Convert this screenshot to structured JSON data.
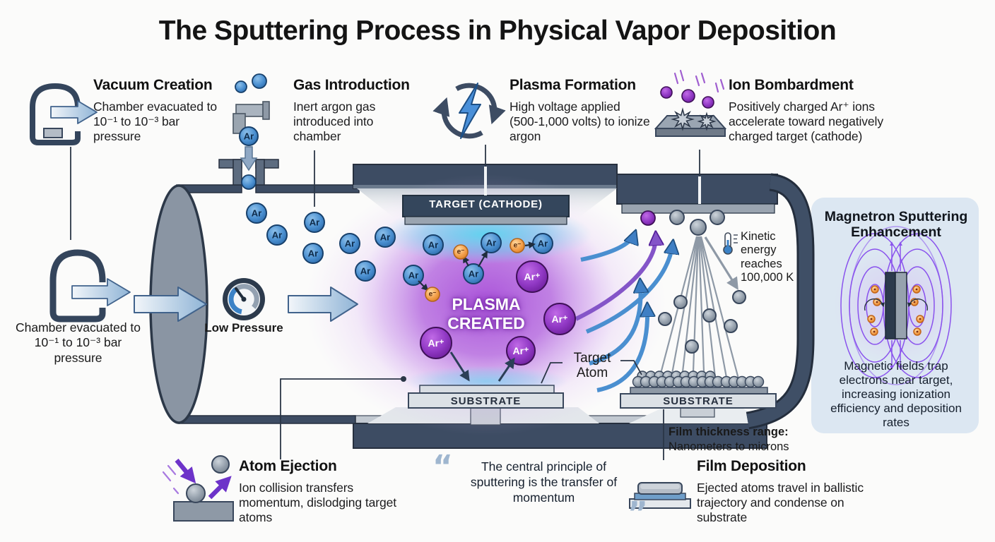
{
  "title": "The Sputtering Process in Physical Vapor Deposition",
  "steps": {
    "vacuum": {
      "heading": "Vacuum Creation",
      "body": "Chamber evacuated to 10⁻¹ to 10⁻³ bar pressure"
    },
    "gas": {
      "heading": "Gas Introduction",
      "body": "Inert argon gas introduced into chamber"
    },
    "plasma": {
      "heading": "Plasma Formation",
      "body": "High voltage applied (500-1,000 volts) to ionize argon"
    },
    "ion": {
      "heading": "Ion Bombardment",
      "body": "Positively charged Ar⁺ ions accelerate toward negatively charged target (cathode)"
    },
    "atom_ejection": {
      "heading": "Atom Ejection",
      "body": "Ion collision transfers momentum, dislodging target atoms"
    },
    "film_deposition": {
      "heading": "Film Deposition",
      "body": "Ejected atoms travel in ballistic trajectory and condense on substrate"
    }
  },
  "chamber": {
    "evacuated_caption": "Chamber evacuated to 10⁻¹ to 10⁻³ bar pressure",
    "low_pressure": "Low Pressure",
    "target_cathode": "TARGET (CATHODE)",
    "plasma_created": "PLASMA CREATED",
    "substrate": "SUBSTRATE",
    "kinetic_note": "Kinetic energy reaches 100,000 K",
    "target_atom": "Target Atom",
    "film_thickness_label": "Film thickness range:",
    "film_thickness_value": "Nanometers to microns"
  },
  "particles": {
    "argon": "Ar",
    "electron": "e⁻",
    "argon_ion": "Ar⁺"
  },
  "quote": {
    "open": "“",
    "close": "”",
    "text": "The central principle of sputtering is the transfer of momentum"
  },
  "magnetron": {
    "heading": "Magnetron Sputtering Enhancement",
    "body": "Magnetic fields trap electrons near target, increasing ionization efficiency and deposition rates"
  },
  "icons": {
    "vacuum": "bell-jar-with-arrow",
    "gas": "faucet-and-molecules",
    "plasma": "lightning-cycle",
    "ion": "impact-starburst",
    "kinetic": "thermometer",
    "pressure": "gauge",
    "film": "layered-substrate"
  },
  "colors": {
    "wall_slate": "#3d4c63",
    "argon_blue": "#4a8fd0",
    "ion_purple": "#8b3fc0",
    "electron_orange": "#f3a04c",
    "plasma_purple": "#b264dd",
    "plasma_cyan": "#54d8f0",
    "panel_bg": "#dce7f2",
    "arrow_blue": "#7aa3cc",
    "text_dark": "#191919"
  }
}
